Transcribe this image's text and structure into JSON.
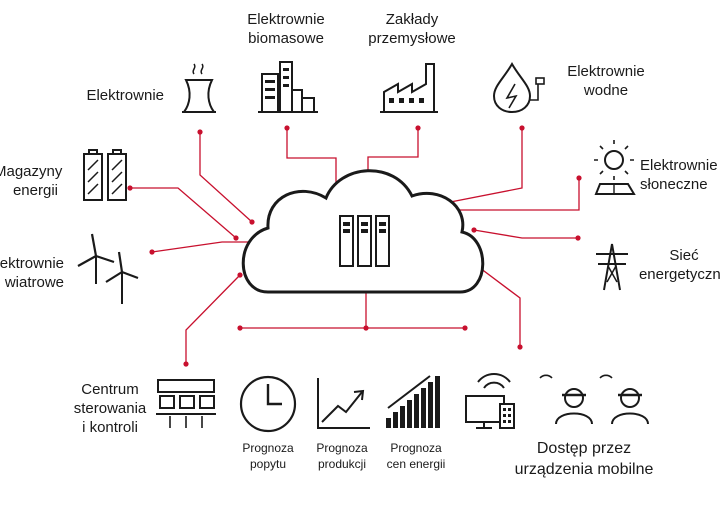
{
  "colors": {
    "line": "#c8102e",
    "icon": "#1a1a1a"
  },
  "icons": [
    "power-plant-icon",
    "biomass-plant-icon",
    "factory-icon",
    "hydro-plant-icon",
    "battery-storage-icon",
    "solar-panel-icon",
    "wind-turbine-icon",
    "transmission-tower-icon",
    "control-center-icon",
    "demand-forecast-clock-icon",
    "production-forecast-chart-icon",
    "price-forecast-bars-icon",
    "mobile-devices-icon",
    "field-workers-icon",
    "cloud-icon",
    "server-racks-icon"
  ],
  "labels": {
    "elektrownie": "Elektrownie",
    "biomasowe": "Elektrownie\nbiomasowe",
    "zaklady": "Zakłady\nprzemysłowe",
    "wodne": "Elektrownie\nwodne",
    "magazyny": "Magazyny\nenergii",
    "sloneczne": "Elektrownie\nsłoneczne",
    "wiatrowe": "Elektrownie\nwiatrowe",
    "siec": "Sieć\nenergetyczna",
    "centrum": "Centrum\nsterowania\ni kontroli",
    "popyt": "Prognoza\npopytu",
    "produkcja": "Prognoza\nprodukcji",
    "ceny": "Prognoza\ncen energii",
    "mobilne": "Dostęp przez\nurządzenia mobilne"
  }
}
